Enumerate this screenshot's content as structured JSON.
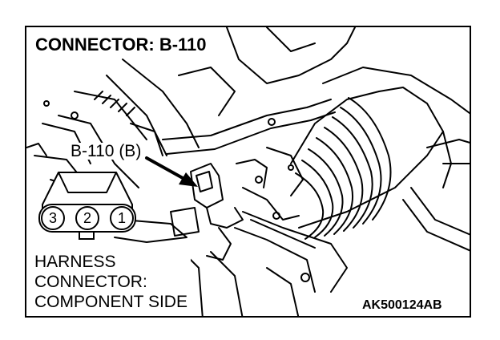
{
  "title": "CONNECTOR: B-110",
  "connector_callout": "B-110 (B)",
  "harness_label": {
    "line1": "HARNESS",
    "line2": "CONNECTOR:",
    "line3": "COMPONENT SIDE"
  },
  "pins": [
    "3",
    "2",
    "1"
  ],
  "figure_code": "AK500124AB"
}
